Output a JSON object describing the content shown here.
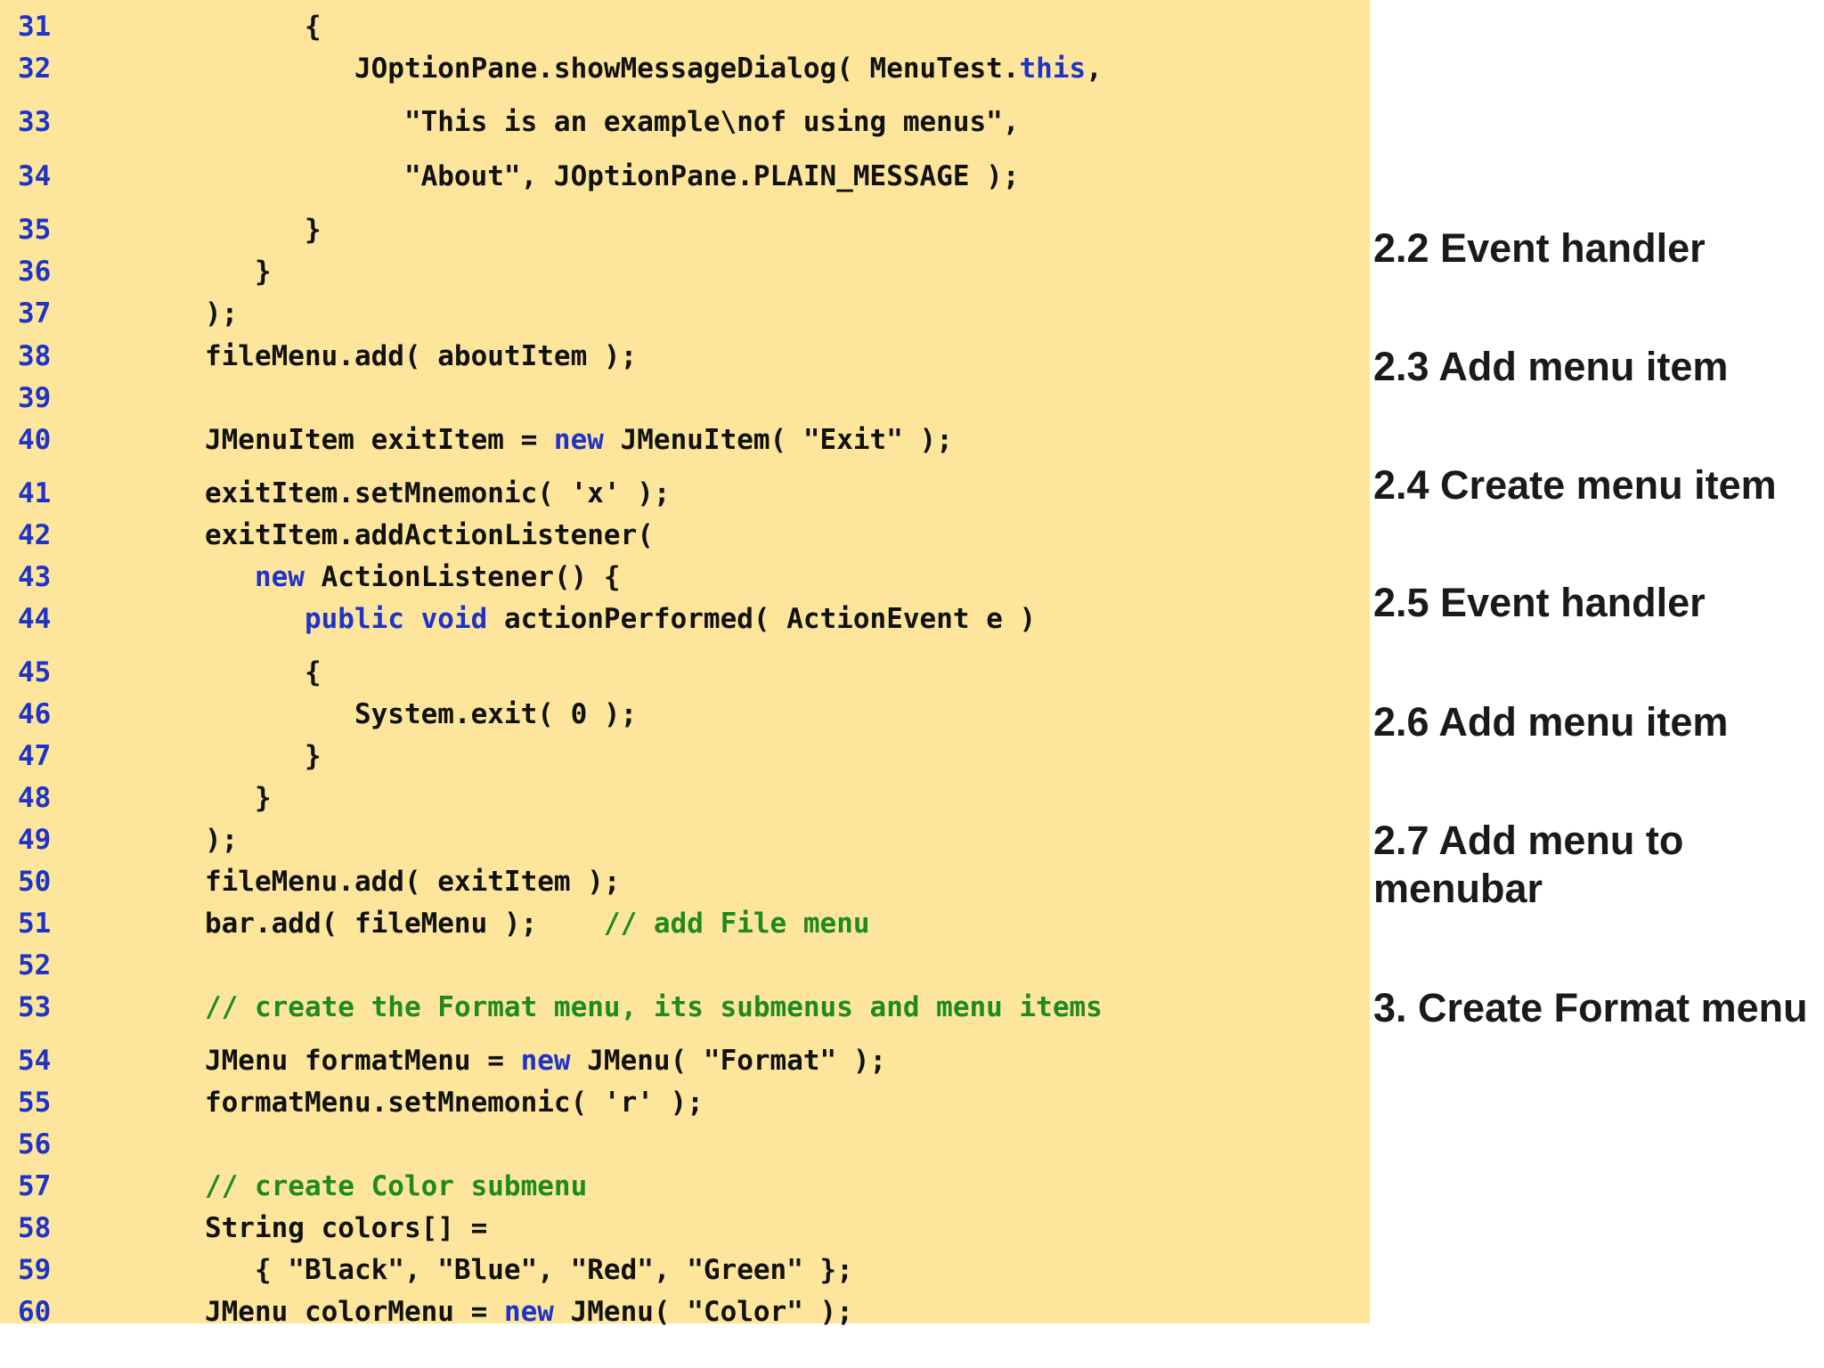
{
  "code_lines": [
    {
      "num": "31",
      "tokens": [
        {
          "t": "            {",
          "k": "p"
        }
      ]
    },
    {
      "num": "32",
      "tokens": [
        {
          "t": "               JOptionPane.showMessageDialog( MenuTest.",
          "k": "p"
        },
        {
          "t": "this",
          "k": "kw"
        },
        {
          "t": ",",
          "k": "p"
        }
      ]
    },
    {
      "num": "33",
      "tokens": [
        {
          "t": "                  \"This is an example\\nof using menus\",",
          "k": "p"
        }
      ]
    },
    {
      "num": "34",
      "tokens": [
        {
          "t": "                  \"About\", JOptionPane.PLAIN_MESSAGE );",
          "k": "p"
        }
      ]
    },
    {
      "num": "35",
      "tokens": [
        {
          "t": "            }",
          "k": "p"
        }
      ]
    },
    {
      "num": "36",
      "tokens": [
        {
          "t": "         }",
          "k": "p"
        }
      ]
    },
    {
      "num": "37",
      "tokens": [
        {
          "t": "      );",
          "k": "p"
        }
      ]
    },
    {
      "num": "38",
      "tokens": [
        {
          "t": "      fileMenu.add( aboutItem );",
          "k": "p"
        }
      ]
    },
    {
      "num": "39",
      "tokens": []
    },
    {
      "num": "40",
      "tokens": [
        {
          "t": "      JMenuItem exitItem = ",
          "k": "p"
        },
        {
          "t": "new",
          "k": "kw"
        },
        {
          "t": " JMenuItem( \"Exit\" );",
          "k": "p"
        }
      ]
    },
    {
      "num": "41",
      "tokens": [
        {
          "t": "      exitItem.setMnemonic( 'x' );",
          "k": "p"
        }
      ]
    },
    {
      "num": "42",
      "tokens": [
        {
          "t": "      exitItem.addActionListener(",
          "k": "p"
        }
      ]
    },
    {
      "num": "43",
      "tokens": [
        {
          "t": "         ",
          "k": "p"
        },
        {
          "t": "new",
          "k": "kw"
        },
        {
          "t": " ActionListener() {",
          "k": "p"
        }
      ]
    },
    {
      "num": "44",
      "tokens": [
        {
          "t": "            ",
          "k": "p"
        },
        {
          "t": "public",
          "k": "kw"
        },
        {
          "t": " ",
          "k": "p"
        },
        {
          "t": "void",
          "k": "kw"
        },
        {
          "t": " actionPerformed( ActionEvent e )",
          "k": "p"
        }
      ]
    },
    {
      "num": "45",
      "tokens": [
        {
          "t": "            {",
          "k": "p"
        }
      ]
    },
    {
      "num": "46",
      "tokens": [
        {
          "t": "               System.exit( 0 );",
          "k": "p"
        }
      ]
    },
    {
      "num": "47",
      "tokens": [
        {
          "t": "            }",
          "k": "p"
        }
      ]
    },
    {
      "num": "48",
      "tokens": [
        {
          "t": "         }",
          "k": "p"
        }
      ]
    },
    {
      "num": "49",
      "tokens": [
        {
          "t": "      );",
          "k": "p"
        }
      ]
    },
    {
      "num": "50",
      "tokens": [
        {
          "t": "      fileMenu.add( exitItem );",
          "k": "p"
        }
      ]
    },
    {
      "num": "51",
      "tokens": [
        {
          "t": "      bar.add( fileMenu );    ",
          "k": "p"
        },
        {
          "t": "// add File menu",
          "k": "cm"
        }
      ]
    },
    {
      "num": "52",
      "tokens": []
    },
    {
      "num": "53",
      "tokens": [
        {
          "t": "      ",
          "k": "p"
        },
        {
          "t": "// create the Format menu, its submenus and menu items",
          "k": "cm"
        }
      ]
    },
    {
      "num": "54",
      "tokens": [
        {
          "t": "      JMenu formatMenu = ",
          "k": "p"
        },
        {
          "t": "new",
          "k": "kw"
        },
        {
          "t": " JMenu( \"Format\" );",
          "k": "p"
        }
      ]
    },
    {
      "num": "55",
      "tokens": [
        {
          "t": "      formatMenu.setMnemonic( 'r' );",
          "k": "p"
        }
      ]
    },
    {
      "num": "56",
      "tokens": []
    },
    {
      "num": "57",
      "tokens": [
        {
          "t": "      ",
          "k": "p"
        },
        {
          "t": "// create Color submenu",
          "k": "cm"
        }
      ]
    },
    {
      "num": "58",
      "tokens": [
        {
          "t": "      String colors[] =",
          "k": "p"
        }
      ]
    },
    {
      "num": "59",
      "tokens": [
        {
          "t": "         { \"Black\", \"Blue\", \"Red\", \"Green\" };",
          "k": "p"
        }
      ]
    },
    {
      "num": "60",
      "tokens": [
        {
          "t": "      JMenu colorMenu = ",
          "k": "p"
        },
        {
          "t": "new",
          "k": "kw"
        },
        {
          "t": " JMenu( \"Color\" );",
          "k": "p"
        }
      ]
    }
  ],
  "outline": [
    {
      "label": "2.2 Event handler"
    },
    {
      "label": "2.3 Add menu item"
    },
    {
      "label": "2.4 Create menu item"
    },
    {
      "label": "2.5 Event handler"
    },
    {
      "label": "2.6 Add menu item"
    },
    {
      "label": "2.7 Add menu to\nmenubar"
    },
    {
      "label": "3. Create Format menu"
    }
  ],
  "colors": {
    "panel_background": "#fde69b",
    "line_number": "#1f33c8",
    "keyword": "#1f33c8",
    "comment": "#1f8a1f",
    "code_text": "#111111",
    "outline_text": "#1a1a1a"
  }
}
